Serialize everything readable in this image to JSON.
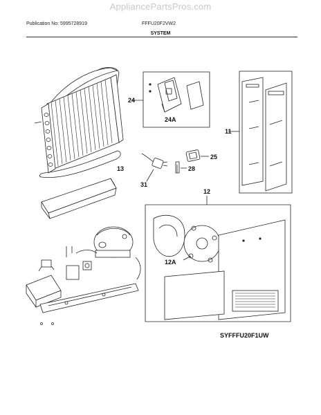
{
  "watermark": "AppliancePartsPros.com",
  "header": {
    "publication": "Publication No: 5995728919",
    "model": "FFFU20F2VW2",
    "section": "SYSTEM"
  },
  "callouts": {
    "c24": "24",
    "c24a": "24A",
    "c11": "11",
    "c13": "13",
    "c25": "25",
    "c28": "28",
    "c31": "31",
    "c12": "12",
    "c12a": "12A"
  },
  "footer": {
    "diagram_code": "SYFFFU20F1UW"
  }
}
